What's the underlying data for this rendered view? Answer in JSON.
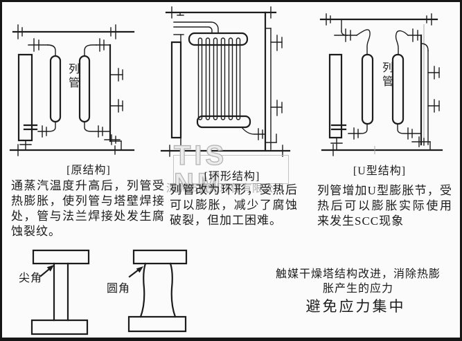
{
  "colors": {
    "line": "#1c1c1c",
    "background": "#fbfbfb",
    "watermark_gray": "#b3b3b3"
  },
  "watermark": {
    "brand": "TIS NM",
    "company": "深圳市贵州环保有限公司"
  },
  "diagrams": {
    "original": {
      "caption": "[原结构]",
      "tube_label": "列管",
      "description": "通蒸汽温度升高后，列管受热膨胀，使列管与塔壁焊接处，管与法兰焊接处发生腐蚀裂纹。"
    },
    "ring": {
      "caption": "[环形结构]",
      "description": "列管改为环形，受热后可以膨胀，减少了腐蚀破裂，但加工困难。"
    },
    "u_type": {
      "caption": "[U型结构]",
      "tube_label": "列管",
      "description": "列管增加U型膨胀节，受热后可以膨胀实际使用来发生SCC现象"
    }
  },
  "beams": {
    "sharp": "尖角",
    "round": "圆角"
  },
  "notes": {
    "improvement": "触媒干燥塔结构改进，消除热膨胀产生的应力",
    "principle": "避免应力集中"
  }
}
